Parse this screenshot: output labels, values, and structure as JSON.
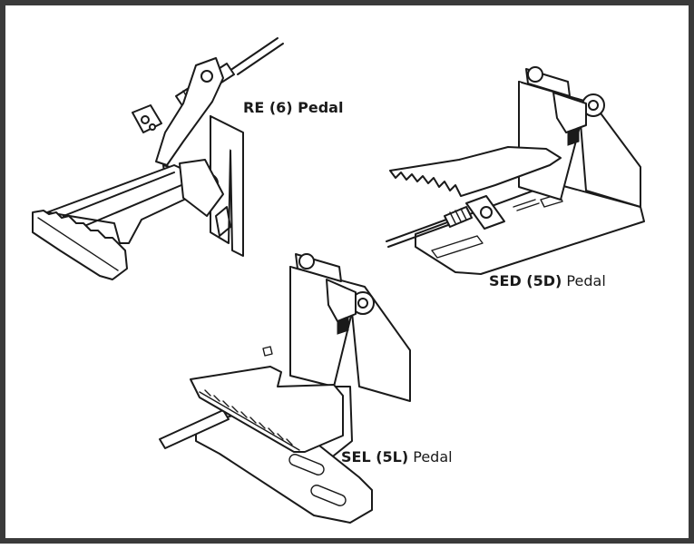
{
  "labels": {
    "re": "RE (6) Pedal",
    "sed_bold": "SED (5D)",
    "sed_rest": " Pedal",
    "sel_bold": "SEL (5L)",
    "sel_rest": " Pedal"
  },
  "colors": {
    "border": "#3a3a3a",
    "ink": "#1a1a1a",
    "background": "#ffffff"
  }
}
